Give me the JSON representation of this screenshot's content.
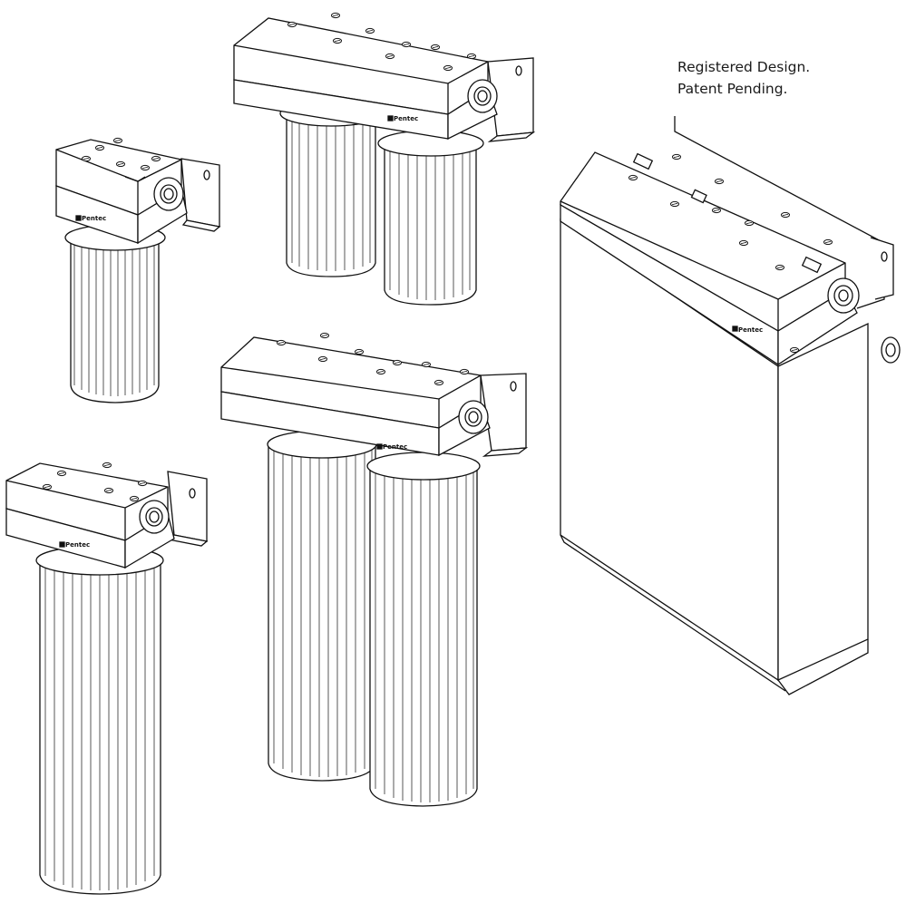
{
  "notice": {
    "line1": "Registered Design.",
    "line2": "Patent Pending."
  },
  "brand": "Pentec",
  "products": [
    {
      "id": "single-10",
      "description": "single housing, short bowl"
    },
    {
      "id": "twin-10",
      "description": "twin housing, short bowls"
    },
    {
      "id": "single-20",
      "description": "single housing, tall bowl"
    },
    {
      "id": "twin-20",
      "description": "twin housing, tall bowls"
    },
    {
      "id": "enclosed-unit",
      "description": "housing with enclosure cover"
    }
  ],
  "colors": {
    "line": "#111111",
    "fill": "#ffffff",
    "text": "#1a1a1a"
  }
}
